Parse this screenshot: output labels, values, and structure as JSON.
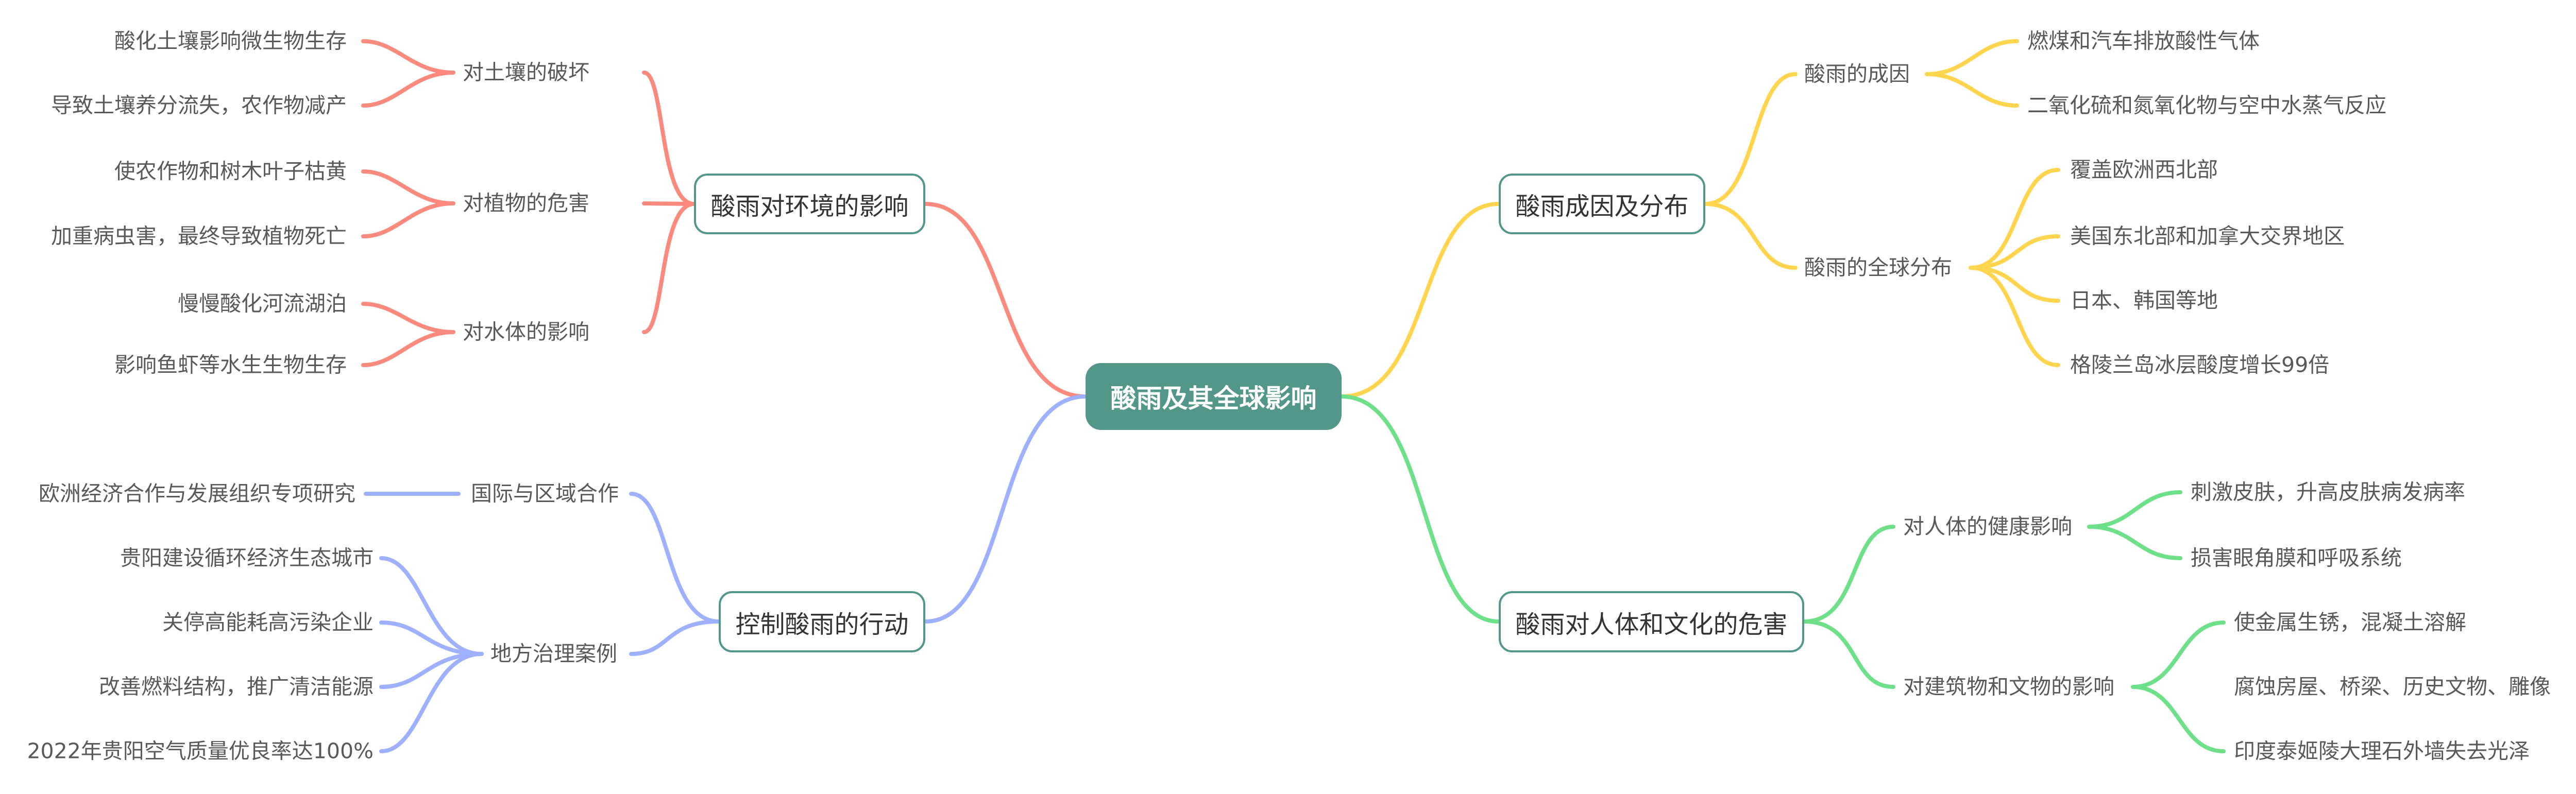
{
  "root": "酸雨及其全球影响",
  "colors": {
    "environment": "#FA8A7E",
    "cause": "#FFD54F",
    "action": "#9FB0FF",
    "harm": "#6EE08A",
    "node_border": "#53978A"
  },
  "branches": {
    "environment": {
      "label": "酸雨对环境的影响",
      "children": [
        {
          "label": "对土壤的破坏",
          "leaves": [
            "酸化土壤影响微生物生存",
            "导致土壤养分流失，农作物减产"
          ]
        },
        {
          "label": "对植物的危害",
          "leaves": [
            "使农作物和树木叶子枯黄",
            "加重病虫害，最终导致植物死亡"
          ]
        },
        {
          "label": "对水体的影响",
          "leaves": [
            "慢慢酸化河流湖泊",
            "影响鱼虾等水生生物生存"
          ]
        }
      ]
    },
    "action": {
      "label": "控制酸雨的行动",
      "children": [
        {
          "label": "国际与区域合作",
          "leaves": [
            "欧洲经济合作与发展组织专项研究"
          ]
        },
        {
          "label": "地方治理案例",
          "leaves": [
            "贵阳建设循环经济生态城市",
            "关停高能耗高污染企业",
            "改善燃料结构，推广清洁能源",
            "2022年贵阳空气质量优良率达100%"
          ]
        }
      ]
    },
    "cause": {
      "label": "酸雨成因及分布",
      "children": [
        {
          "label": "酸雨的成因",
          "leaves": [
            "燃煤和汽车排放酸性气体",
            "二氧化硫和氮氧化物与空中水蒸气反应"
          ]
        },
        {
          "label": "酸雨的全球分布",
          "leaves": [
            "覆盖欧洲西北部",
            "美国东北部和加拿大交界地区",
            "日本、韩国等地",
            "格陵兰岛冰层酸度增长99倍"
          ]
        }
      ]
    },
    "harm": {
      "label": "酸雨对人体和文化的危害",
      "children": [
        {
          "label": "对人体的健康影响",
          "leaves": [
            "刺激皮肤，升高皮肤病发病率",
            "损害眼角膜和呼吸系统"
          ]
        },
        {
          "label": "对建筑物和文物的影响",
          "leaves": [
            "使金属生锈，混凝土溶解",
            "腐蚀房屋、桥梁、历史文物、雕像",
            "印度泰姬陵大理石外墙失去光泽"
          ]
        }
      ]
    }
  }
}
